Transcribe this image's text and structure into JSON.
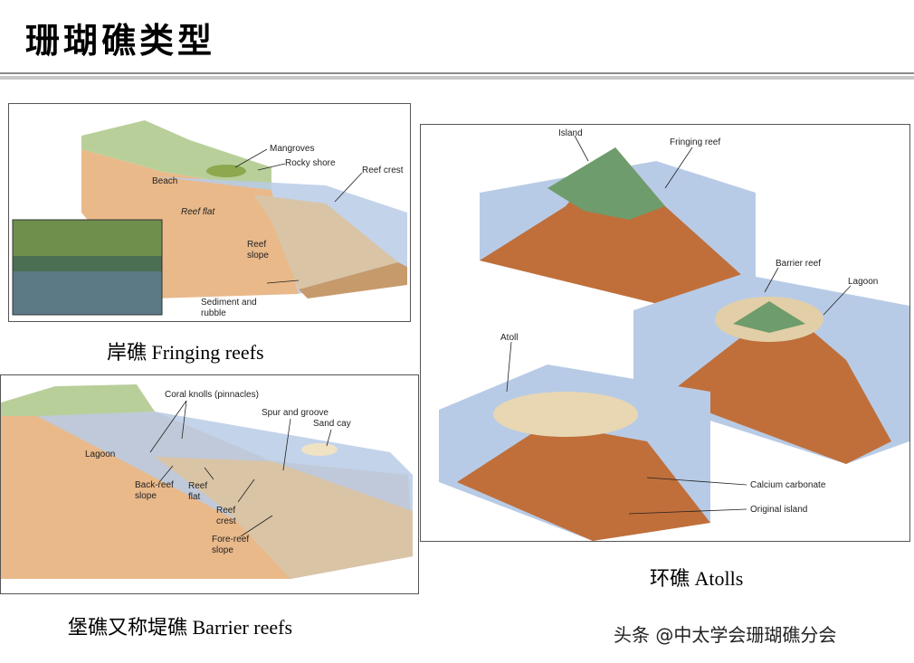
{
  "title": "珊瑚礁类型",
  "fringing": {
    "caption": "岸礁 Fringing reefs",
    "labels": {
      "mangroves": "Mangroves",
      "rocky_shore": "Rocky shore",
      "reef_crest": "Reef crest",
      "beach": "Beach",
      "reef_flat": "Reef flat",
      "reef_slope_1": "Reef",
      "reef_slope_2": "slope",
      "sediment_1": "Sediment and",
      "sediment_2": "rubble"
    }
  },
  "barrier": {
    "caption": "堡礁又称堤礁 Barrier reefs",
    "labels": {
      "coral_knolls": "Coral knolls (pinnacles)",
      "spur_groove": "Spur and groove",
      "sand_cay": "Sand cay",
      "lagoon": "Lagoon",
      "back_reef_1": "Back-reef",
      "back_reef_2": "slope",
      "reef_flat_1": "Reef",
      "reef_flat_2": "flat",
      "reef_crest_1": "Reef",
      "reef_crest_2": "crest",
      "fore_reef_1": "Fore-reef",
      "fore_reef_2": "slope"
    }
  },
  "atoll": {
    "caption": "环礁 Atolls",
    "labels": {
      "island": "Island",
      "fringing_reef": "Fringing reef",
      "barrier_reef": "Barrier reef",
      "lagoon": "Lagoon",
      "atoll": "Atoll",
      "calcium_carbonate": "Calcium carbonate",
      "original_island": "Original island"
    }
  },
  "watermark": "头条 @中太学会珊瑚礁分会"
}
